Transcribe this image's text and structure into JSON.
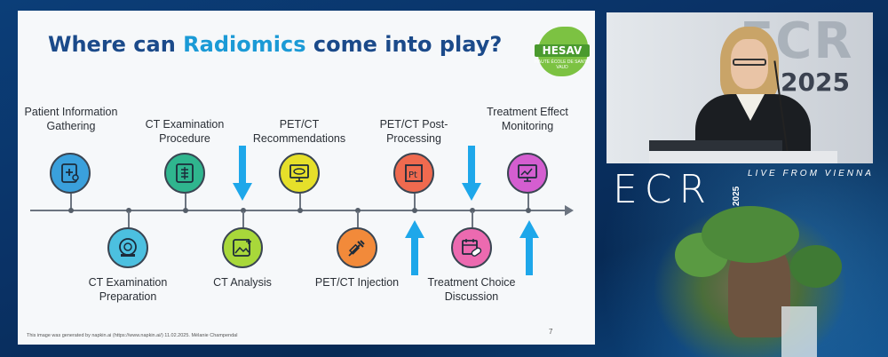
{
  "slide": {
    "title_part1": "Where can ",
    "title_accent": "Radiomics",
    "title_part2": " come into play?",
    "logo_text": "HESAV",
    "logo_subtext": "HAUTE ÉCOLE DE SANTÉ VAUD",
    "footnote": "This image was generated by napkin.ai (https://www.napkin.ai/) 11.02.2025. Mélanie Champendal",
    "page_number": "7",
    "stages_above": [
      {
        "label": "Patient Information Gathering",
        "icon": "patient-record-icon",
        "color": "#3aa0dc"
      },
      {
        "label": "CT Examination Procedure",
        "icon": "xray-icon",
        "color": "#2fb58e"
      },
      {
        "label": "PET/CT Recommendations",
        "icon": "monitor-scan-icon",
        "color": "#e6e02a"
      },
      {
        "label": "PET/CT Post-Processing",
        "icon": "pt-element-icon",
        "color": "#ef6a4f"
      },
      {
        "label": "Treatment Effect Monitoring",
        "icon": "chart-monitor-icon",
        "color": "#d45ed0"
      }
    ],
    "stages_below": [
      {
        "label": "CT Examination Preparation",
        "icon": "ct-scanner-icon",
        "color": "#4cc0e0"
      },
      {
        "label": "CT Analysis",
        "icon": "image-analysis-icon",
        "color": "#a8d83a"
      },
      {
        "label": "PET/CT Injection",
        "icon": "syringe-icon",
        "color": "#f28a3a"
      },
      {
        "label": "Treatment Choice Discussion",
        "icon": "calendar-pill-icon",
        "color": "#ec6ab0"
      }
    ],
    "arrow_color": "#1ea7ea"
  },
  "broadcast": {
    "brand": "ECR",
    "year": "2025",
    "tagline": "LIVE FROM VIENNA",
    "video_logo": "ECR",
    "video_year": "2025"
  }
}
